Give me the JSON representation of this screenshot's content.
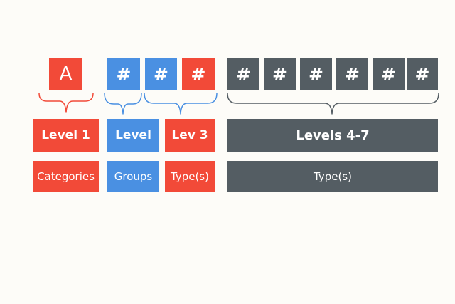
{
  "colors": {
    "red": "#f24a38",
    "blue": "#4a90e2",
    "dark": "#545d63",
    "background": "#fdfcf8"
  },
  "top_row": {
    "letter_box": "A",
    "digit_boxes": [
      "#",
      "#",
      "#",
      "#",
      "#",
      "#",
      "#",
      "#",
      "#"
    ]
  },
  "level_row": {
    "level1": "Level 1",
    "level2": "Level",
    "level3": "Lev 3",
    "levels4_7": "Levels 4-7"
  },
  "type_row": {
    "categories": "Categories",
    "groups": "Groups",
    "types_a": "Type(s)",
    "types_b": "Type(s)"
  }
}
